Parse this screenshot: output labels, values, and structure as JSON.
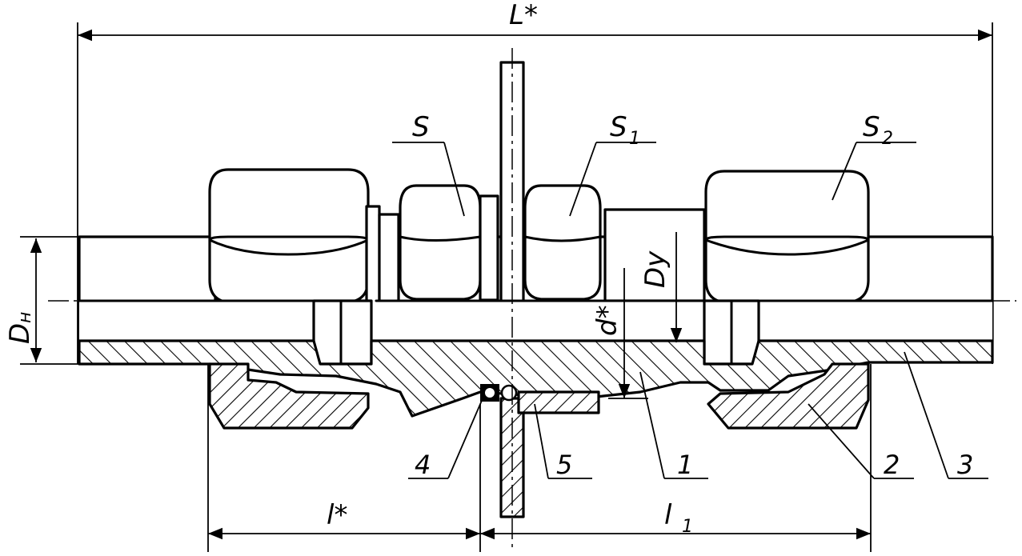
{
  "dimensions": {
    "total_length": "L*",
    "left_length": "l*",
    "right_length": "l",
    "right_length_sub": "1",
    "outer_diameter": "D",
    "outer_diameter_sub": "н",
    "nominal_bore": "Dу",
    "inner_diameter": "d*"
  },
  "wrench_sizes": {
    "s": "S",
    "s1": "S",
    "s1_sub": "1",
    "s2": "S",
    "s2_sub": "2"
  },
  "part_numbers": [
    "4",
    "5",
    "1",
    "2",
    "3"
  ]
}
